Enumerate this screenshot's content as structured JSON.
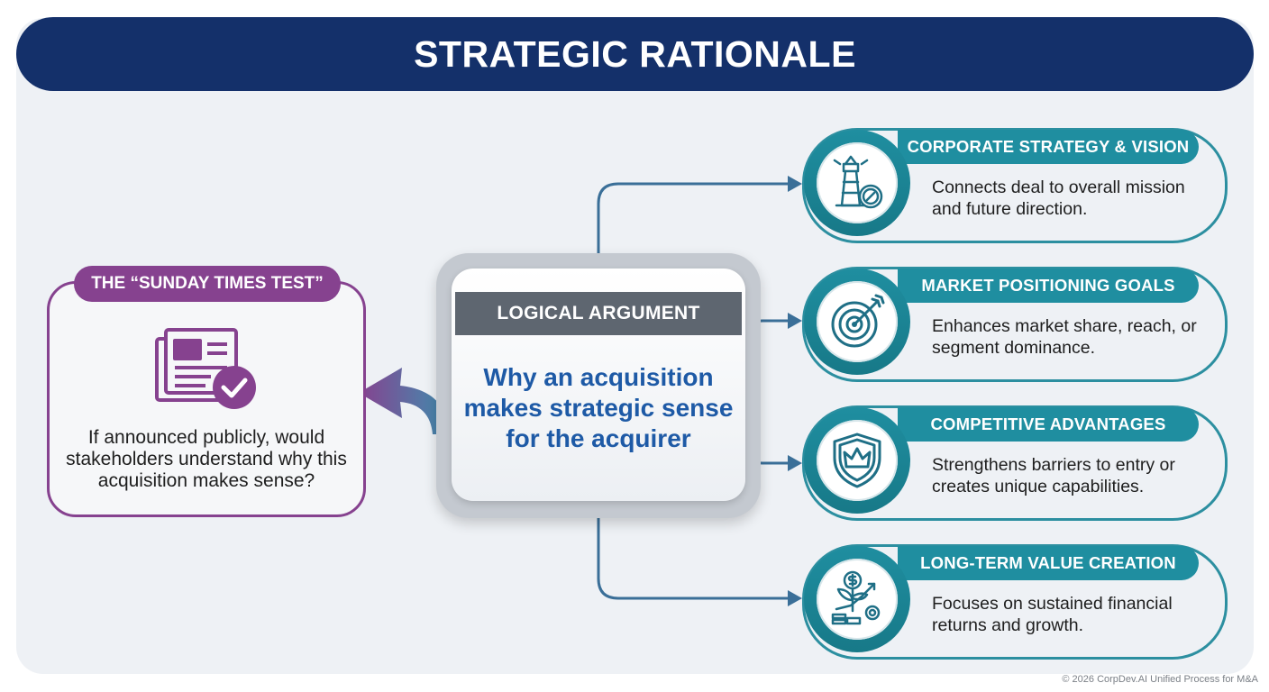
{
  "title": "STRATEGIC RATIONALE",
  "test": {
    "label": "THE “SUNDAY TIMES TEST”",
    "icon": "newspaper-check-icon",
    "text": "If announced publicly, would stakeholders understand why this acquisition makes sense?"
  },
  "center": {
    "header": "LOGICAL ARGUMENT",
    "text": "Why an acquisition makes strategic sense for the acquirer"
  },
  "cards": [
    {
      "title": "CORPORATE STRATEGY & VISION",
      "desc": "Connects deal to overall mission and future direction.",
      "icon": "lighthouse-compass-icon"
    },
    {
      "title": "MARKET POSITIONING GOALS",
      "desc": "Enhances market share, reach, or segment dominance.",
      "icon": "target-arrow-icon"
    },
    {
      "title": "COMPETITIVE ADVANTAGES",
      "desc": "Strengthens barriers to entry or creates unique capabilities.",
      "icon": "shield-crown-icon"
    },
    {
      "title": "LONG-TERM VALUE CREATION",
      "desc": "Focuses on sustained financial returns and growth.",
      "icon": "growth-coins-icon"
    }
  ],
  "footer": "© 2026 CorpDev.AI Unified Process for M&A",
  "colors": {
    "navy": "#14306a",
    "purple": "#86428f",
    "teal": "#1f8ea0",
    "gray": "#5e6670",
    "blue_text": "#1e5aa6"
  }
}
